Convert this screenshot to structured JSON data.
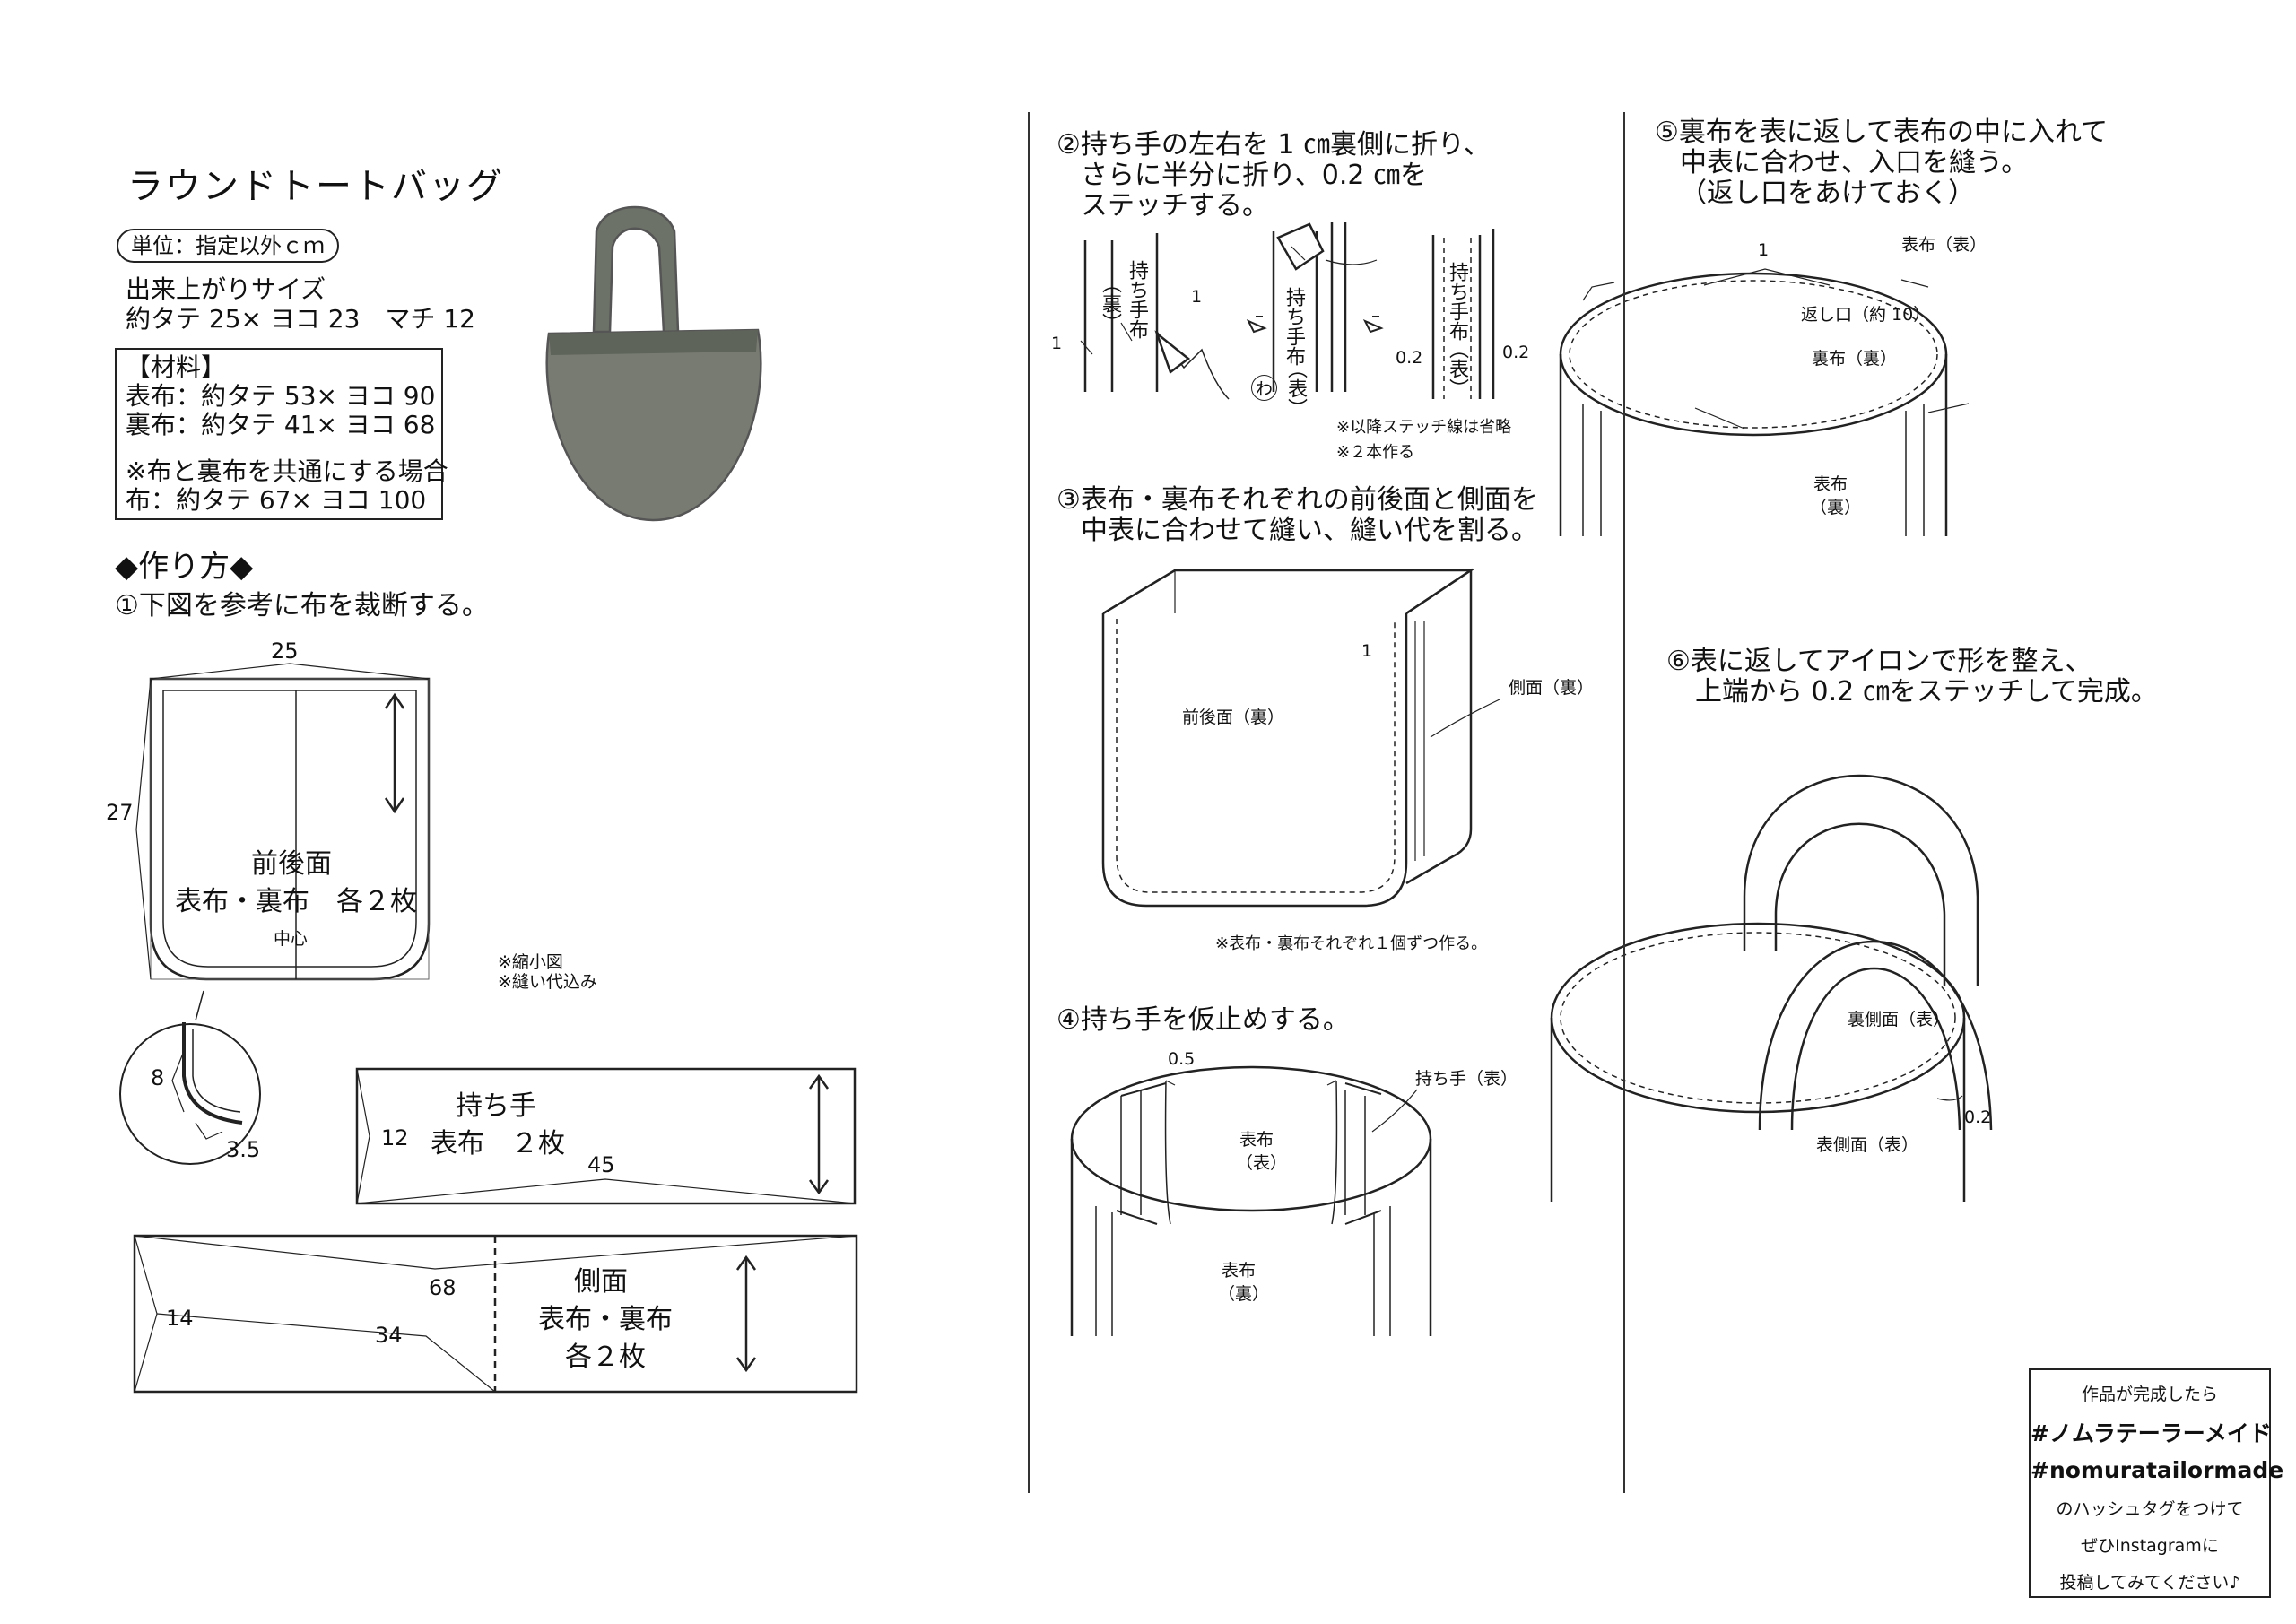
{
  "title": "ラウンドトートバッグ",
  "unit_badge": "単位：指定以外ｃｍ",
  "finished_size": {
    "heading": "出来上がりサイズ",
    "dims": "約タテ 25× ヨコ 23　マチ 12"
  },
  "materials": {
    "heading": "【材料】",
    "outer": "表布：約タテ 53× ヨコ 90",
    "lining": "裏布：約タテ 41× ヨコ 68",
    "note": "※布と裏布を共通にする場合",
    "common": "布：約タテ 67× ヨコ 100"
  },
  "method_heading": "◆作り方◆",
  "steps": {
    "s1": "①下図を参考に布を裁断する。",
    "s2": [
      "②持ち手の左右を 1 ㎝裏側に折り、",
      "さらに半分に折り、0.2 ㎝を",
      "ステッチする。"
    ],
    "s3": [
      "③表布・裏布それぞれの前後面と側面を",
      "中表に合わせて縫い、縫い代を割る。"
    ],
    "s4": "④持ち手を仮止めする。",
    "s5": [
      "⑤裏布を表に返して表布の中に入れて",
      "中表に合わせ、入口を縫う。",
      "（返し口をあけておく）"
    ],
    "s6": [
      "⑥表に返してアイロンで形を整え、",
      "上端から 0.2 ㎝をステッチして完成。"
    ]
  },
  "pattern_front": {
    "width": "25",
    "height": "27",
    "name": "前後面",
    "qty": "表布・裏布　各２枚",
    "center": "中心"
  },
  "pattern_notes": [
    "※縮小図",
    "※縫い代込み"
  ],
  "corner_detail": {
    "a": "8",
    "b": "3.5"
  },
  "pattern_handle": {
    "name": "持ち手",
    "qty": "表布　２枚",
    "width": "12",
    "length": "45"
  },
  "pattern_side": {
    "name": "側面",
    "qty1": "表布・裏布",
    "qty2": "各２枚",
    "width": "14",
    "length_full": "68",
    "length_half": "34"
  },
  "step2_fig": {
    "strip_label": "持ち手布",
    "back": "（裏）",
    "front": "（表）",
    "one": "1",
    "w": "わ",
    "s02": "0.2",
    "note1": "※以降ステッチ線は省略",
    "note2": "※２本作る"
  },
  "step3_fig": {
    "front_back": "前後面（裏）",
    "side": "側面（裏）",
    "one": "1",
    "note": "※表布・裏布それぞれ１個ずつ作る。"
  },
  "step4_fig": {
    "s05": "0.5",
    "handle": "持ち手（表）",
    "outer_in": [
      "表布",
      "（表）"
    ],
    "outer_out": [
      "表布",
      "（裏）"
    ]
  },
  "step5_fig": {
    "one": "1",
    "outer_front": "表布（表）",
    "opening": "返し口（約 10）",
    "lining_back": "裏布（裏）",
    "outer_back": [
      "表布",
      "（裏）"
    ]
  },
  "step6_fig": {
    "lining_side": "裏側面（表）",
    "s02": "0.2",
    "outer_side": "表側面（表）"
  },
  "hashtag": {
    "l1": "作品が完成したら",
    "l2": "#ノムラテーラーメイド",
    "l3": "#nomuratailormade",
    "l4": "のハッシュタグをつけて",
    "l5": "ぜひInstagramに",
    "l6": "投稿してみてください♪"
  }
}
